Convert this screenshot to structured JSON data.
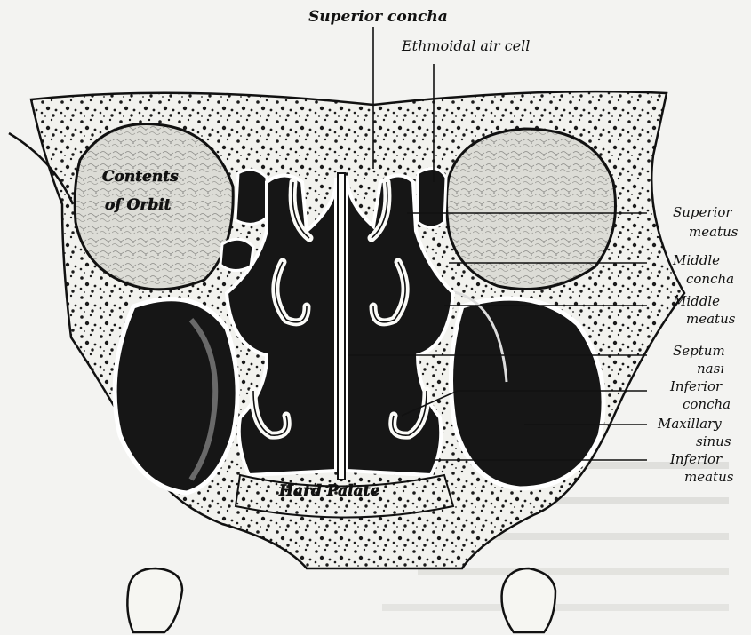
{
  "labels": {
    "superior_concha": "Superior concha",
    "ethmoidal_air_cell": "Ethmoidal air cell",
    "contents_of_orbit_line1": "Contents",
    "contents_of_orbit_line2": "of Orbit",
    "superior_meatus_line1": "Superior",
    "superior_meatus_line2": "meatus",
    "middle_concha_line1": "Middle",
    "middle_concha_line2": "concha",
    "middle_meatus_line1": "Middle",
    "middle_meatus_line2": "meatus",
    "septum_nasi_line1": "Septum",
    "septum_nasi_line2": "nası",
    "inferior_concha_line1": "Inferior",
    "inferior_concha_line2": "concha",
    "maxillary_sinus_line1": "Maxillary",
    "maxillary_sinus_line2": "sinus",
    "inferior_meatus_line1": "Inferior",
    "inferior_meatus_line2": "meatus",
    "hard_palate": "Hard Palate"
  },
  "colors": {
    "paper": "#f3f3f1",
    "ink": "#111111",
    "cavity": "#161616",
    "bone": "#fbfbf8",
    "orbit": "#d9d9d4"
  }
}
